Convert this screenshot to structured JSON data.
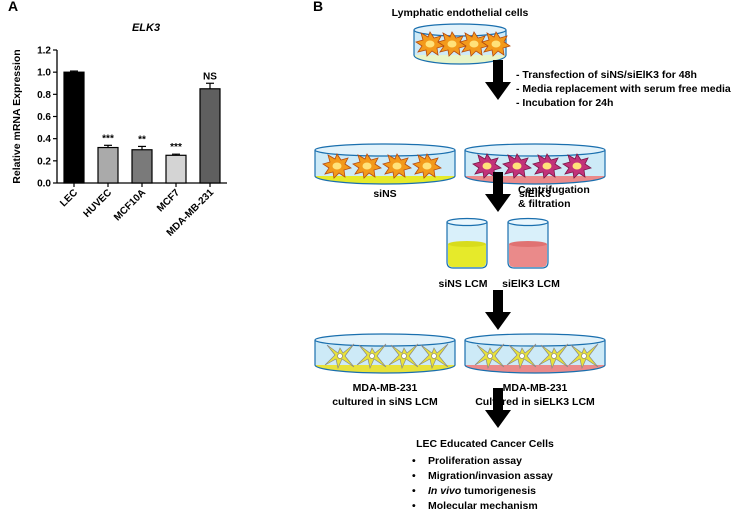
{
  "panel_a": {
    "letter": "A",
    "chart_data": {
      "type": "bar",
      "title": "ELK3",
      "ylabel": "Relative mRNA Expression",
      "xlabel": "",
      "categories": [
        "LEC",
        "HUVEC",
        "MCF10A",
        "MCF7",
        "MDA-MB-231"
      ],
      "values": [
        1.0,
        0.32,
        0.3,
        0.25,
        0.85
      ],
      "errors": [
        0.01,
        0.02,
        0.03,
        0.01,
        0.05
      ],
      "significance": [
        "",
        "***",
        "**",
        "***",
        "NS"
      ],
      "bar_colors": [
        "#000000",
        "#aaaaaa",
        "#7a7a7a",
        "#d4d4d4",
        "#5f5f5f"
      ],
      "ylim": [
        0,
        1.2
      ],
      "yticks": [
        "0.0",
        "0.2",
        "0.4",
        "0.6",
        "0.8",
        "1.0",
        "1.2"
      ],
      "grid": false,
      "legend": "none"
    }
  },
  "panel_b": {
    "letter": "B",
    "top_label": "Lymphatic endothelial cells",
    "steps": [
      "- Transfection of siNS/siElK3 for 48h",
      "- Media replacement with serum free media",
      "- Incubation for 24h"
    ],
    "dish_left_label": "siNS",
    "dish_right_label": "siElK3",
    "centrifugation_line1": "Centrifugation",
    "centrifugation_line2": "& filtration",
    "tube_left_label": "siNS LCM",
    "tube_right_label": "siElK3 LCM",
    "mda_left_line1": "MDA-MB-231",
    "mda_left_line2": "cultured in siNS LCM",
    "mda_right_line1": "MDA-MB-231",
    "mda_right_line2": "Cultured in siELK3 LCM",
    "outcome_title": "LEC Educated Cancer Cells",
    "assays": [
      {
        "prefix": "",
        "italic": "",
        "text": "Proliferation assay"
      },
      {
        "prefix": "",
        "italic": "",
        "text": "Migration/invasion assay"
      },
      {
        "prefix": "",
        "italic": "In vivo",
        "text": " tumorigenesis"
      },
      {
        "prefix": "",
        "italic": "",
        "text": "Molecular mechanism"
      }
    ],
    "colors": {
      "dish_fill": "#cdeaf7",
      "dish_edge": "#1a6fae",
      "lec_orange": "#f39a1b",
      "lec_edge": "#b54a0f",
      "sielk3_magenta": "#c2337a",
      "media_yellow": "#e6ea2a",
      "media_pink": "#ea8a8a",
      "cancer_yellow": "#e8e23a"
    }
  }
}
